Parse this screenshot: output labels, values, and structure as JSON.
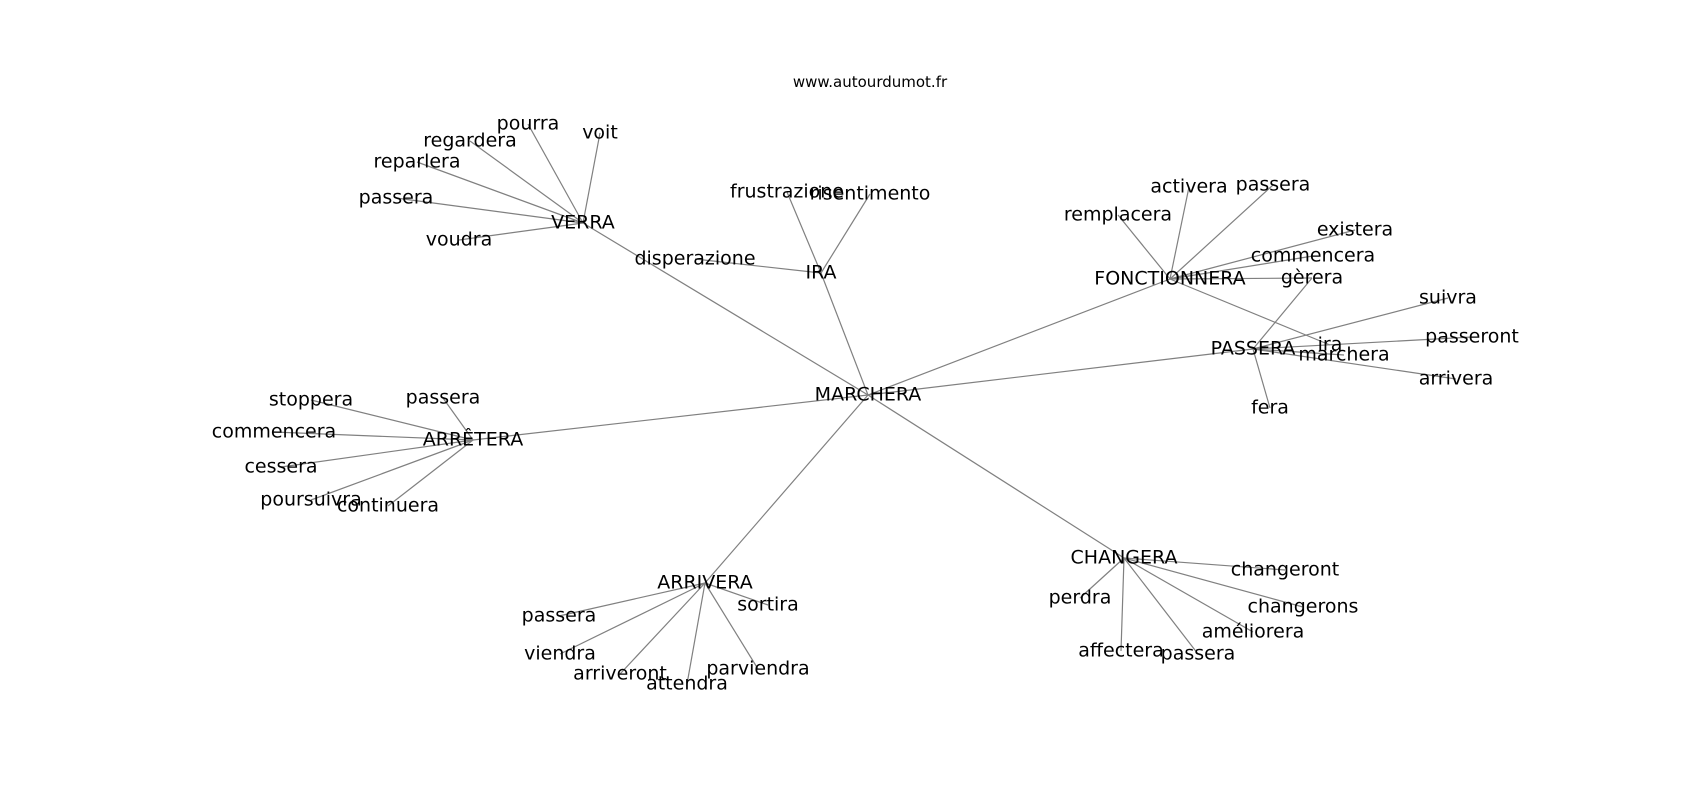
{
  "source": "www.autourdumot.fr",
  "edge_color": "#808080",
  "text_color": "#000000",
  "nodes": [
    {
      "id": "marchera",
      "label": "MARCHERA"
    },
    {
      "id": "verra",
      "label": "VERRA"
    },
    {
      "id": "verra-voit",
      "label": "voit"
    },
    {
      "id": "verra-pourra",
      "label": "pourra"
    },
    {
      "id": "verra-regardera",
      "label": "regardera"
    },
    {
      "id": "verra-reparlera",
      "label": "reparlera"
    },
    {
      "id": "verra-passera",
      "label": "passera"
    },
    {
      "id": "verra-voudra",
      "label": "voudra"
    },
    {
      "id": "disperazione",
      "label": "disperazione"
    },
    {
      "id": "ira",
      "label": "IRA"
    },
    {
      "id": "ira-frustrazione",
      "label": "frustrazione"
    },
    {
      "id": "ira-risentimento",
      "label": "risentimento"
    },
    {
      "id": "fonctionnera",
      "label": "FONCTIONNERA"
    },
    {
      "id": "fonc-activera",
      "label": "activera"
    },
    {
      "id": "fonc-passera",
      "label": "passera"
    },
    {
      "id": "fonc-remplacera",
      "label": "remplacera"
    },
    {
      "id": "fonc-existera",
      "label": "existera"
    },
    {
      "id": "fonc-commencera",
      "label": "commencera"
    },
    {
      "id": "fonc-gerera",
      "label": "gèrera"
    },
    {
      "id": "fonc-ira",
      "label": "ira"
    },
    {
      "id": "passera",
      "label": "PASSERA"
    },
    {
      "id": "pass-suivra",
      "label": "suivra"
    },
    {
      "id": "pass-passeront",
      "label": "passeront"
    },
    {
      "id": "pass-marchera",
      "label": "marchera"
    },
    {
      "id": "pass-arrivera",
      "label": "arrivera"
    },
    {
      "id": "pass-fera",
      "label": "fera"
    },
    {
      "id": "arretera",
      "label": "ARRÊTERA"
    },
    {
      "id": "arr-stoppera",
      "label": "stoppera"
    },
    {
      "id": "arr-passera",
      "label": "passera"
    },
    {
      "id": "arr-commencera",
      "label": "commencera"
    },
    {
      "id": "arr-cessera",
      "label": "cessera"
    },
    {
      "id": "arr-poursuivra",
      "label": "poursuivra"
    },
    {
      "id": "arr-continuera",
      "label": "continuera"
    },
    {
      "id": "arrivera",
      "label": "ARRIVERA"
    },
    {
      "id": "arv-passera",
      "label": "passera"
    },
    {
      "id": "arv-sortira",
      "label": "sortira"
    },
    {
      "id": "arv-viendra",
      "label": "viendra"
    },
    {
      "id": "arv-arriveront",
      "label": "arriveront"
    },
    {
      "id": "arv-attendra",
      "label": "attendra"
    },
    {
      "id": "arv-parviendra",
      "label": "parviendra"
    },
    {
      "id": "changera",
      "label": "CHANGERA"
    },
    {
      "id": "chg-changeront",
      "label": "changeront"
    },
    {
      "id": "chg-perdra",
      "label": "perdra"
    },
    {
      "id": "chg-changerons",
      "label": "changerons"
    },
    {
      "id": "chg-ameliorera",
      "label": "améliorera"
    },
    {
      "id": "chg-affectera",
      "label": "affectera"
    },
    {
      "id": "chg-passera",
      "label": "passera"
    }
  ],
  "edges": [
    [
      "marchera",
      "verra"
    ],
    [
      "marchera",
      "ira"
    ],
    [
      "marchera",
      "fonctionnera"
    ],
    [
      "marchera",
      "passera"
    ],
    [
      "marchera",
      "arretera"
    ],
    [
      "marchera",
      "arrivera"
    ],
    [
      "marchera",
      "changera"
    ],
    [
      "verra",
      "verra-voit"
    ],
    [
      "verra",
      "verra-pourra"
    ],
    [
      "verra",
      "verra-regardera"
    ],
    [
      "verra",
      "verra-reparlera"
    ],
    [
      "verra",
      "verra-passera"
    ],
    [
      "verra",
      "verra-voudra"
    ],
    [
      "ira",
      "disperazione"
    ],
    [
      "ira",
      "ira-frustrazione"
    ],
    [
      "ira",
      "ira-risentimento"
    ],
    [
      "fonctionnera",
      "fonc-activera"
    ],
    [
      "fonctionnera",
      "fonc-passera"
    ],
    [
      "fonctionnera",
      "fonc-remplacera"
    ],
    [
      "fonctionnera",
      "fonc-existera"
    ],
    [
      "fonctionnera",
      "fonc-commencera"
    ],
    [
      "fonctionnera",
      "fonc-gerera"
    ],
    [
      "fonctionnera",
      "fonc-ira"
    ],
    [
      "passera",
      "pass-suivra"
    ],
    [
      "passera",
      "pass-passeront"
    ],
    [
      "passera",
      "pass-marchera"
    ],
    [
      "passera",
      "pass-arrivera"
    ],
    [
      "passera",
      "pass-fera"
    ],
    [
      "passera",
      "fonc-gerera"
    ],
    [
      "arretera",
      "arr-stoppera"
    ],
    [
      "arretera",
      "arr-passera"
    ],
    [
      "arretera",
      "arr-commencera"
    ],
    [
      "arretera",
      "arr-cessera"
    ],
    [
      "arretera",
      "arr-poursuivra"
    ],
    [
      "arretera",
      "arr-continuera"
    ],
    [
      "arrivera",
      "arv-passera"
    ],
    [
      "arrivera",
      "arv-sortira"
    ],
    [
      "arrivera",
      "arv-viendra"
    ],
    [
      "arrivera",
      "arv-arriveront"
    ],
    [
      "arrivera",
      "arv-attendra"
    ],
    [
      "arrivera",
      "arv-parviendra"
    ],
    [
      "changera",
      "chg-changeront"
    ],
    [
      "changera",
      "chg-perdra"
    ],
    [
      "changera",
      "chg-changerons"
    ],
    [
      "changera",
      "chg-ameliorera"
    ],
    [
      "changera",
      "chg-affectera"
    ],
    [
      "changera",
      "chg-passera"
    ]
  ]
}
